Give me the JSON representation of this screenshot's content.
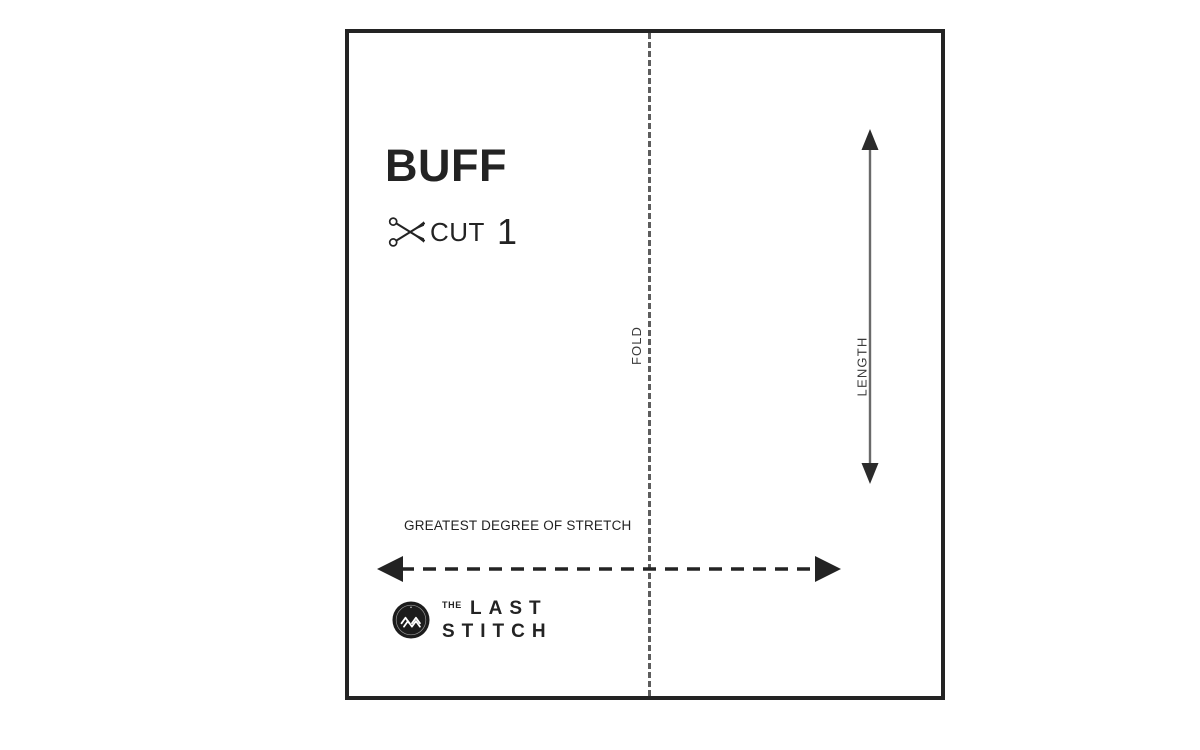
{
  "pattern": {
    "title": "BUFF",
    "cut_label": "CUT",
    "cut_count": "1",
    "scissors_icon": "scissors-icon"
  },
  "fold": {
    "label": "FOLD"
  },
  "length": {
    "label": "LENGTH"
  },
  "stretch": {
    "label": "GREATEST DEGREE OF STRETCH"
  },
  "brand": {
    "the": "THE",
    "last": "LAST",
    "stitch": "STITCH",
    "badge_icon": "stitch-badge-icon"
  },
  "colors": {
    "ink": "#232323",
    "line_gray": "#5d5d5d",
    "label_gray": "#3a3a3a",
    "background": "#ffffff"
  }
}
